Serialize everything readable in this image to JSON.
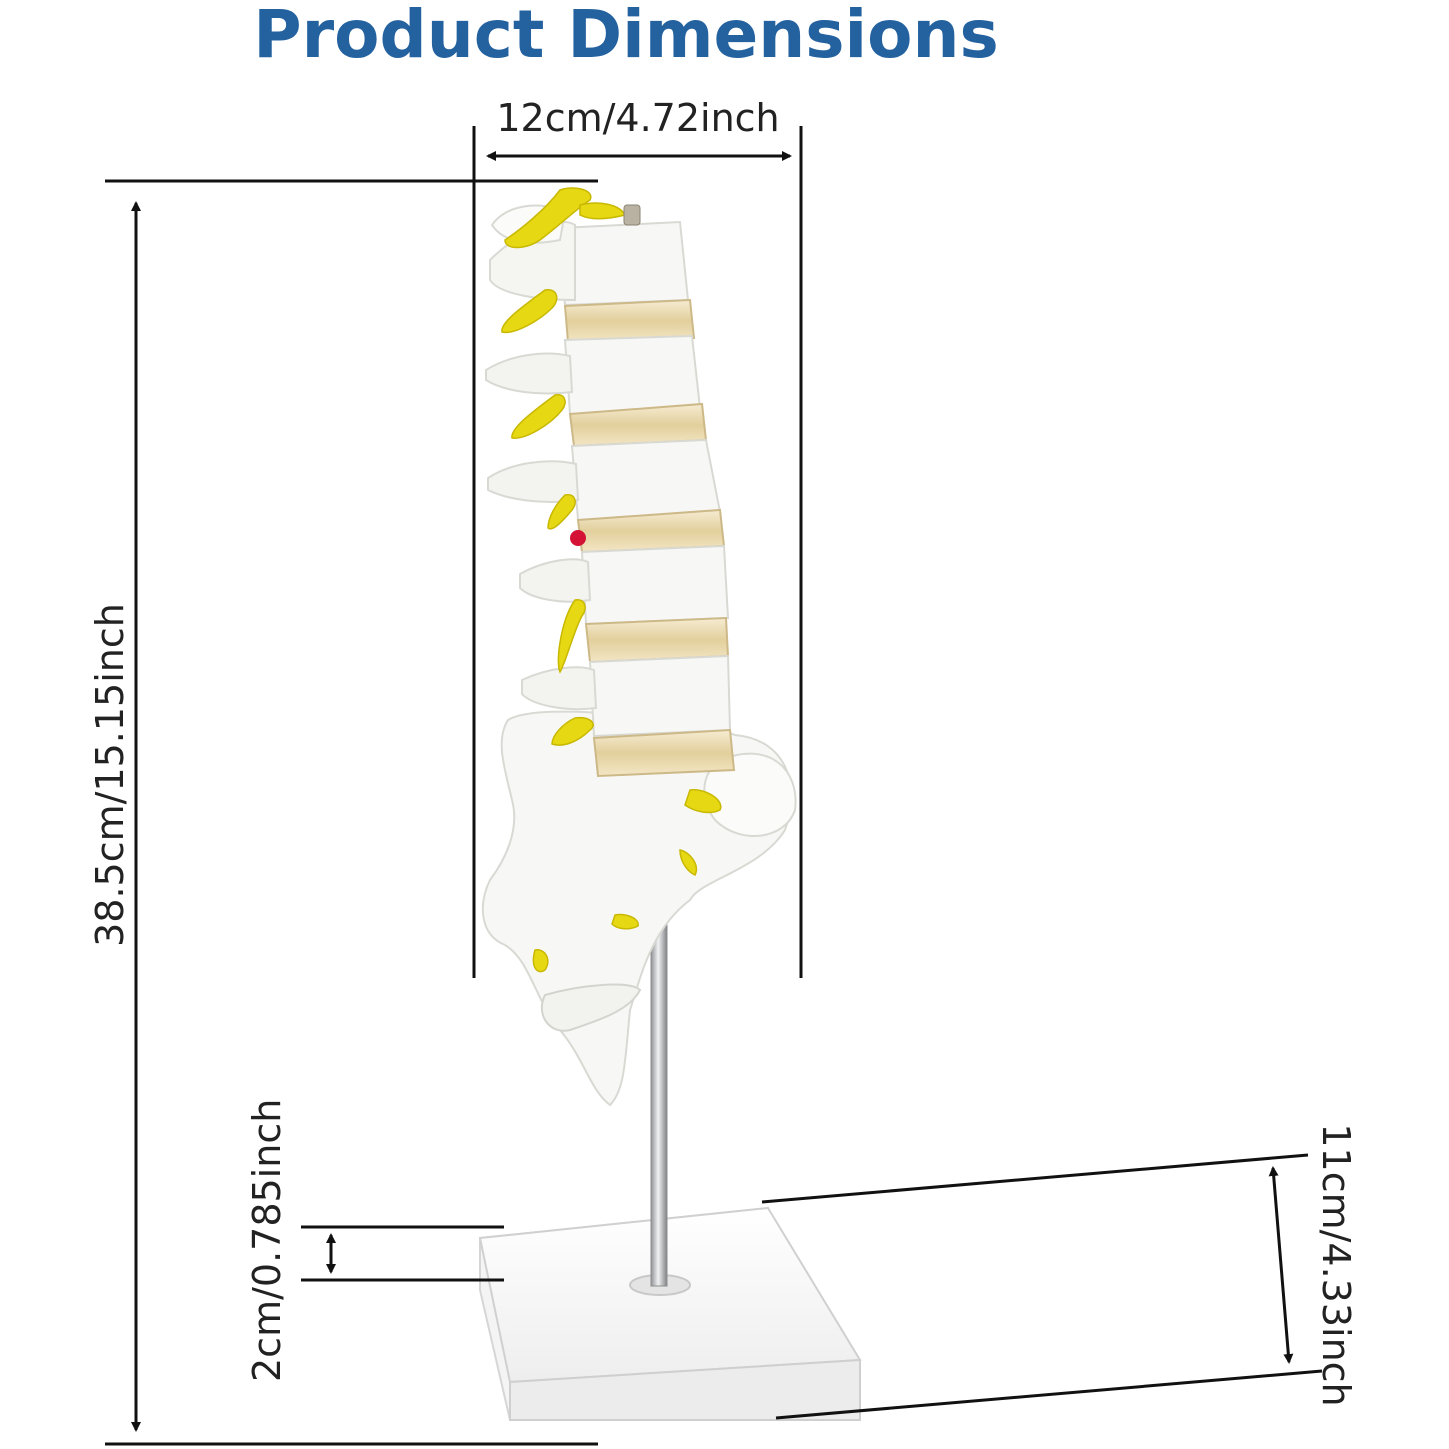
{
  "title": "Product Dimensions",
  "dimensions": {
    "width_label": "12cm/4.72inch",
    "height_label": "38.5cm/15.15inch",
    "base_height_label": "2cm/0.785inch",
    "base_depth_label": "11cm/4.33inch"
  },
  "colors": {
    "title": "#23619f",
    "lines": "#111111",
    "bone": "#f7f7f5",
    "nerve": "#e6d812",
    "disc": "#e9d9b0"
  }
}
